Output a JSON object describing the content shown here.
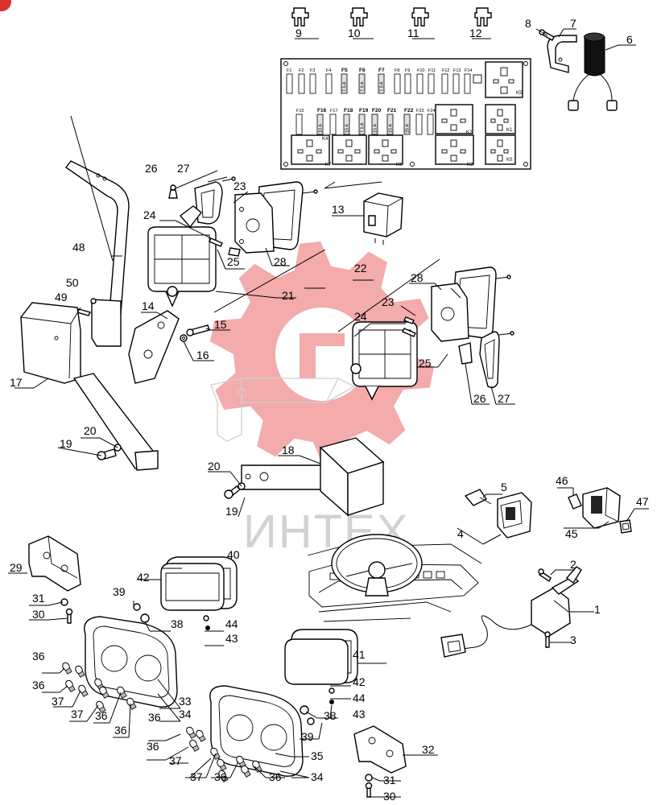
{
  "watermark": {
    "brand_text": "ИНТЕХ",
    "gear_color": "#f2a2a2"
  },
  "fuse_box": {
    "top_fuses": [
      {
        "code": "F1"
      },
      {
        "code": "F2"
      },
      {
        "code": "F3"
      },
      {
        "code": "F4"
      },
      {
        "code": "F5",
        "rating": "7.5 A"
      },
      {
        "code": "F6",
        "rating": "7.5 A"
      },
      {
        "code": "F7",
        "rating": "7.5 A"
      },
      {
        "code": "F8"
      },
      {
        "code": "F9"
      },
      {
        "code": "F10"
      },
      {
        "code": "F11"
      },
      {
        "code": "F12"
      },
      {
        "code": "F13"
      },
      {
        "code": "F14"
      }
    ],
    "bottom_fuses": [
      {
        "code": "F15"
      },
      {
        "code": "F16",
        "rating": "10 A"
      },
      {
        "code": "F17"
      },
      {
        "code": "F18",
        "rating": "15 A"
      },
      {
        "code": "F19",
        "rating": "7.5 A"
      },
      {
        "code": "F20",
        "rating": "15 A"
      },
      {
        "code": "F21",
        "rating": "15 A"
      },
      {
        "code": "F22",
        "rating": "25 A"
      },
      {
        "code": "F23"
      },
      {
        "code": "F24"
      }
    ],
    "relays": [
      "K5",
      "K4",
      "K2",
      "K1",
      "K7",
      "K6",
      "K3",
      "K0"
    ]
  },
  "callouts": {
    "c1": "1",
    "c2": "2",
    "c3": "3",
    "c4": "4",
    "c5": "5",
    "c6": "6",
    "c7": "7",
    "c8": "8",
    "c9": "9",
    "c10": "10",
    "c11": "11",
    "c12": "12",
    "c13": "13",
    "c14": "14",
    "c15": "15",
    "c16": "16",
    "c17": "17",
    "c18": "18",
    "c19a": "19",
    "c19b": "19",
    "c20a": "20",
    "c20b": "20",
    "c21": "21",
    "c22": "22",
    "c23a": "23",
    "c23b": "23",
    "c24a": "24",
    "c24b": "24",
    "c25a": "25",
    "c25b": "25",
    "c26a": "26",
    "c26b": "26",
    "c27a": "27",
    "c27b": "27",
    "c28a": "28",
    "c28b": "28",
    "c29": "29",
    "c30a": "30",
    "c30b": "30",
    "c31a": "31",
    "c31b": "31",
    "c32": "32",
    "c33": "33",
    "c34a": "34",
    "c34b": "34",
    "c35": "35",
    "c36a": "36",
    "c36b": "36",
    "c36c": "36",
    "c36d": "36",
    "c36e": "36",
    "c36f": "36",
    "c36g": "36",
    "c36h": "36",
    "c36i": "36",
    "c37a": "37",
    "c37b": "37",
    "c37c": "37",
    "c37d": "37",
    "c38a": "38",
    "c38b": "38",
    "c39a": "39",
    "c39b": "39",
    "c40": "40",
    "c41": "41",
    "c42a": "42",
    "c42b": "42",
    "c43a": "43",
    "c43b": "43",
    "c44a": "44",
    "c44b": "44",
    "c45": "45",
    "c46": "46",
    "c47": "47",
    "c48": "48",
    "c49": "49",
    "c50": "50"
  }
}
